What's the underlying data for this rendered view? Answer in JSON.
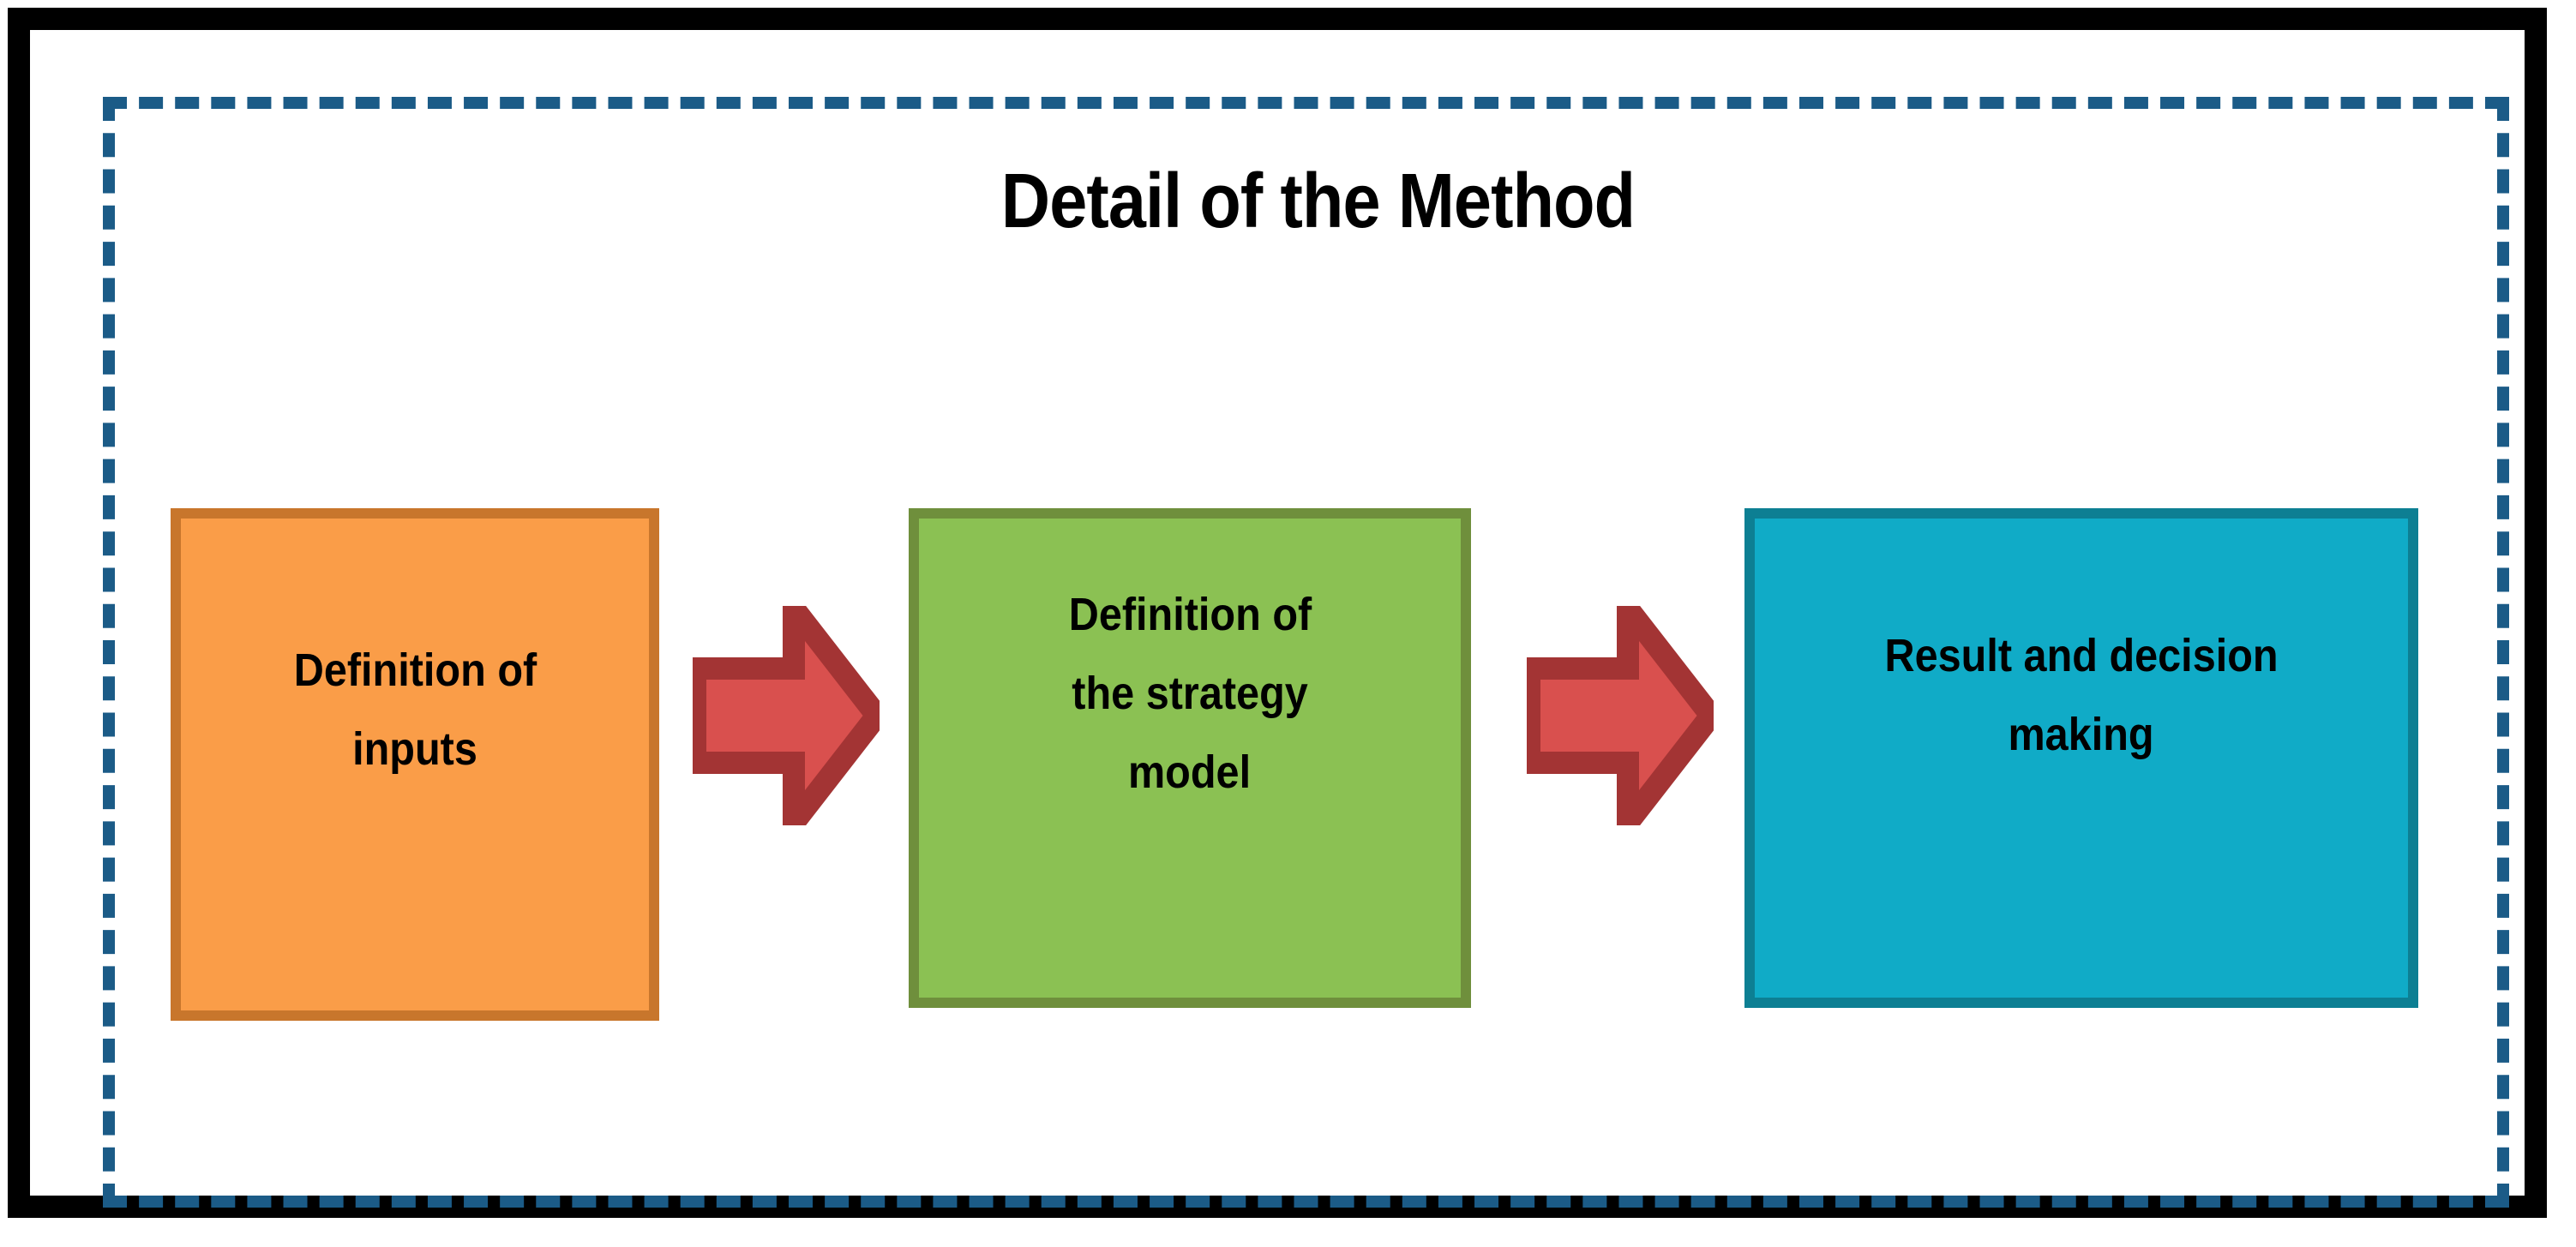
{
  "figure": {
    "title": "Detail of the Method",
    "frame": {
      "outer_border_color": "#000000",
      "dashed_border_color": "#1B5B87"
    }
  },
  "flow": {
    "steps": [
      {
        "id": "inputs",
        "lines": [
          "Definition of",
          "inputs"
        ],
        "fill_color": "#FA9D48",
        "border_color": "#C8762C"
      },
      {
        "id": "strategy",
        "lines": [
          "Definition of",
          "the strategy",
          "model"
        ],
        "fill_color": "#8BC153",
        "border_color": "#6F8F3C"
      },
      {
        "id": "result",
        "lines": [
          "Result and decision",
          "making"
        ],
        "fill_color": "#10ABC7",
        "border_color": "#0D7F93"
      }
    ],
    "connectors": [
      {
        "id": "arrow-1",
        "icon": "right-arrow-icon",
        "fill_color": "#D9504E",
        "stroke_color": "#A33434"
      },
      {
        "id": "arrow-2",
        "icon": "right-arrow-icon",
        "fill_color": "#D9504E",
        "stroke_color": "#A33434"
      }
    ]
  }
}
